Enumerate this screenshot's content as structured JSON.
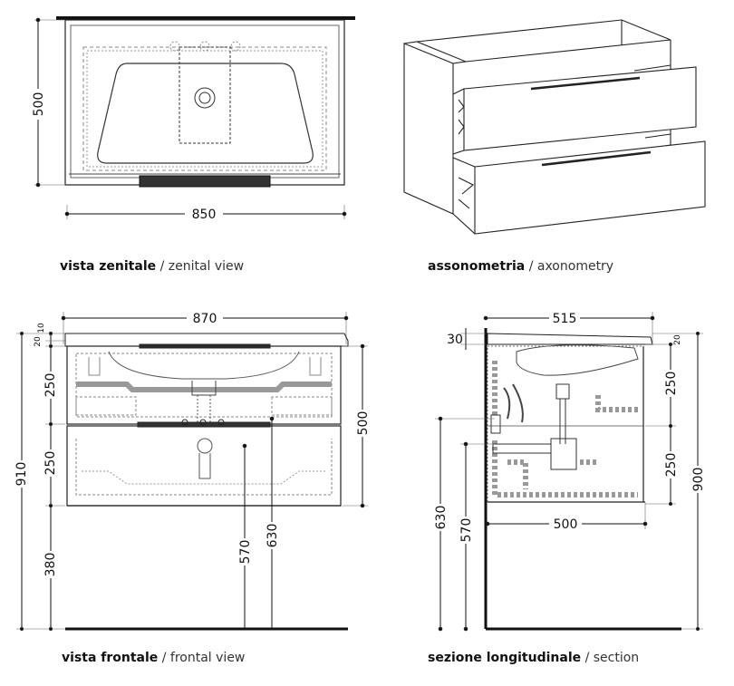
{
  "captions": {
    "top_view": {
      "it": "vista zenitale",
      "sep": " / ",
      "en": "zenital view"
    },
    "axonometry": {
      "it": "assonometria",
      "sep": " / ",
      "en": "axonometry"
    },
    "front_view": {
      "it": "vista frontale",
      "sep": " / ",
      "en": "frontal view"
    },
    "section": {
      "it": "sezione longitudinale",
      "sep": " / ",
      "en": "section"
    }
  },
  "dimensions": {
    "top": {
      "depth": "500",
      "width": "850"
    },
    "front": {
      "width": "870",
      "top_20": "20",
      "top_10": "10",
      "upper_drawer": "250",
      "lower_drawer": "250",
      "total_height": "910",
      "floor_gap": "380",
      "cabinet_height": "500",
      "drain_570": "570",
      "drain_630": "630"
    },
    "section": {
      "depth": "515",
      "top_30": "30",
      "top_20": "20",
      "upper_drawer": "250",
      "lower_drawer": "250",
      "total_height": "900",
      "inner_depth": "500",
      "height_630": "630",
      "height_570": "570"
    }
  },
  "colors": {
    "line": "#222222",
    "hidden": "#555555",
    "fill_dark": "#333333",
    "fill_grey": "#9a9a9a"
  }
}
